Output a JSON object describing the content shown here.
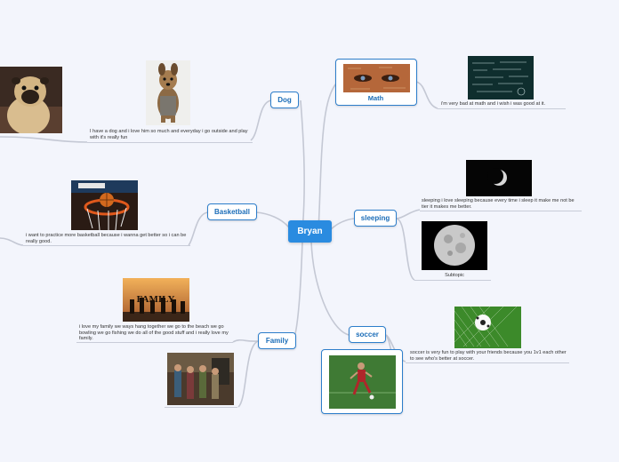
{
  "central": "Bryan",
  "topics": {
    "dog": {
      "label": "Dog",
      "note": "I have a dog and i love him so much and everyday i go outside and play with it's really fun"
    },
    "basketball": {
      "label": "Basketball",
      "note": "i want to practice more basketball because i wanna get better so i can be really good."
    },
    "family": {
      "label": "Family",
      "note": "i love my family we ways hang together we go to the beach we go bowling we go fishing we do all of the good stuff and i really love my family."
    },
    "math": {
      "label": "Math",
      "note": "i'm very bad at math and i wish i was good at it."
    },
    "sleeping": {
      "label": "sleeping",
      "note": "sleeping i love sleeping because every time i sleep it make me not be tier it makes me better.",
      "subtopic": "Subtopic"
    },
    "soccer": {
      "label": "soccer",
      "note": "soccer is very fun to play with your friends because you 1v1 each other to see who's better at soccer."
    }
  },
  "image_text": {
    "family_sign": "FAMILY"
  },
  "colors": {
    "accent": "#2d7ecb",
    "root_fill": "#2a8be0",
    "background": "#f3f5fc"
  }
}
